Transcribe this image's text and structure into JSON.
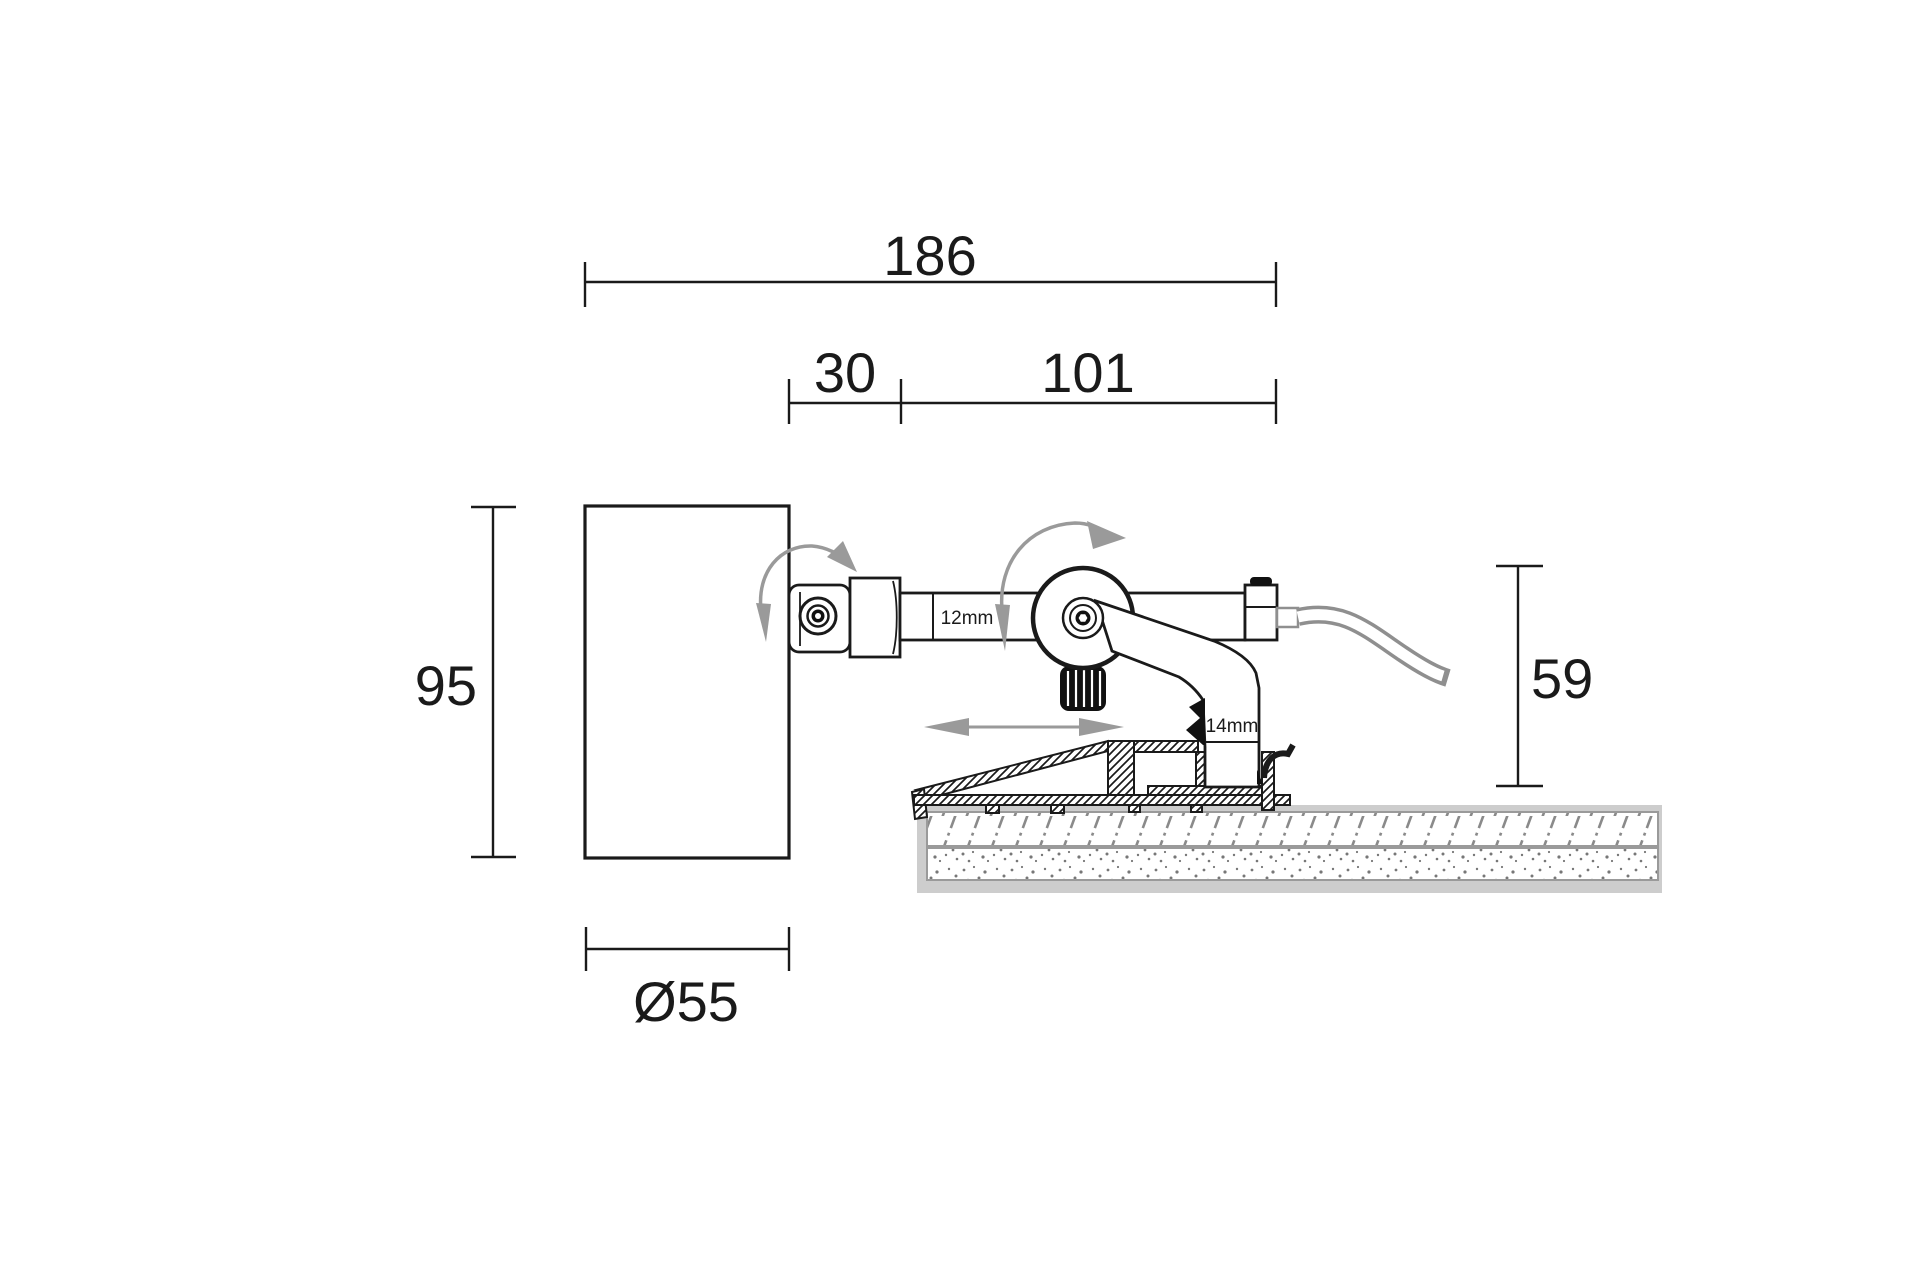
{
  "drawing": {
    "type": "technical-dimension-drawing",
    "subject": "adjustable track-mounted spotlight, side section view",
    "dimensions": {
      "total_length": "186",
      "bracket_offset": "30",
      "arm_length": "101",
      "body_height": "95",
      "body_diameter": "Ø55",
      "height_above_track": "59",
      "stem_diameter": "12mm",
      "foot_width": "14mm"
    },
    "colors": {
      "line": "#1a1a1a",
      "annotation_arrow": "#9a9a9a",
      "cable": "#8f8f8f",
      "surface_fill": "#cdcdcd",
      "surface_hatch": "#8a8a8a"
    }
  }
}
